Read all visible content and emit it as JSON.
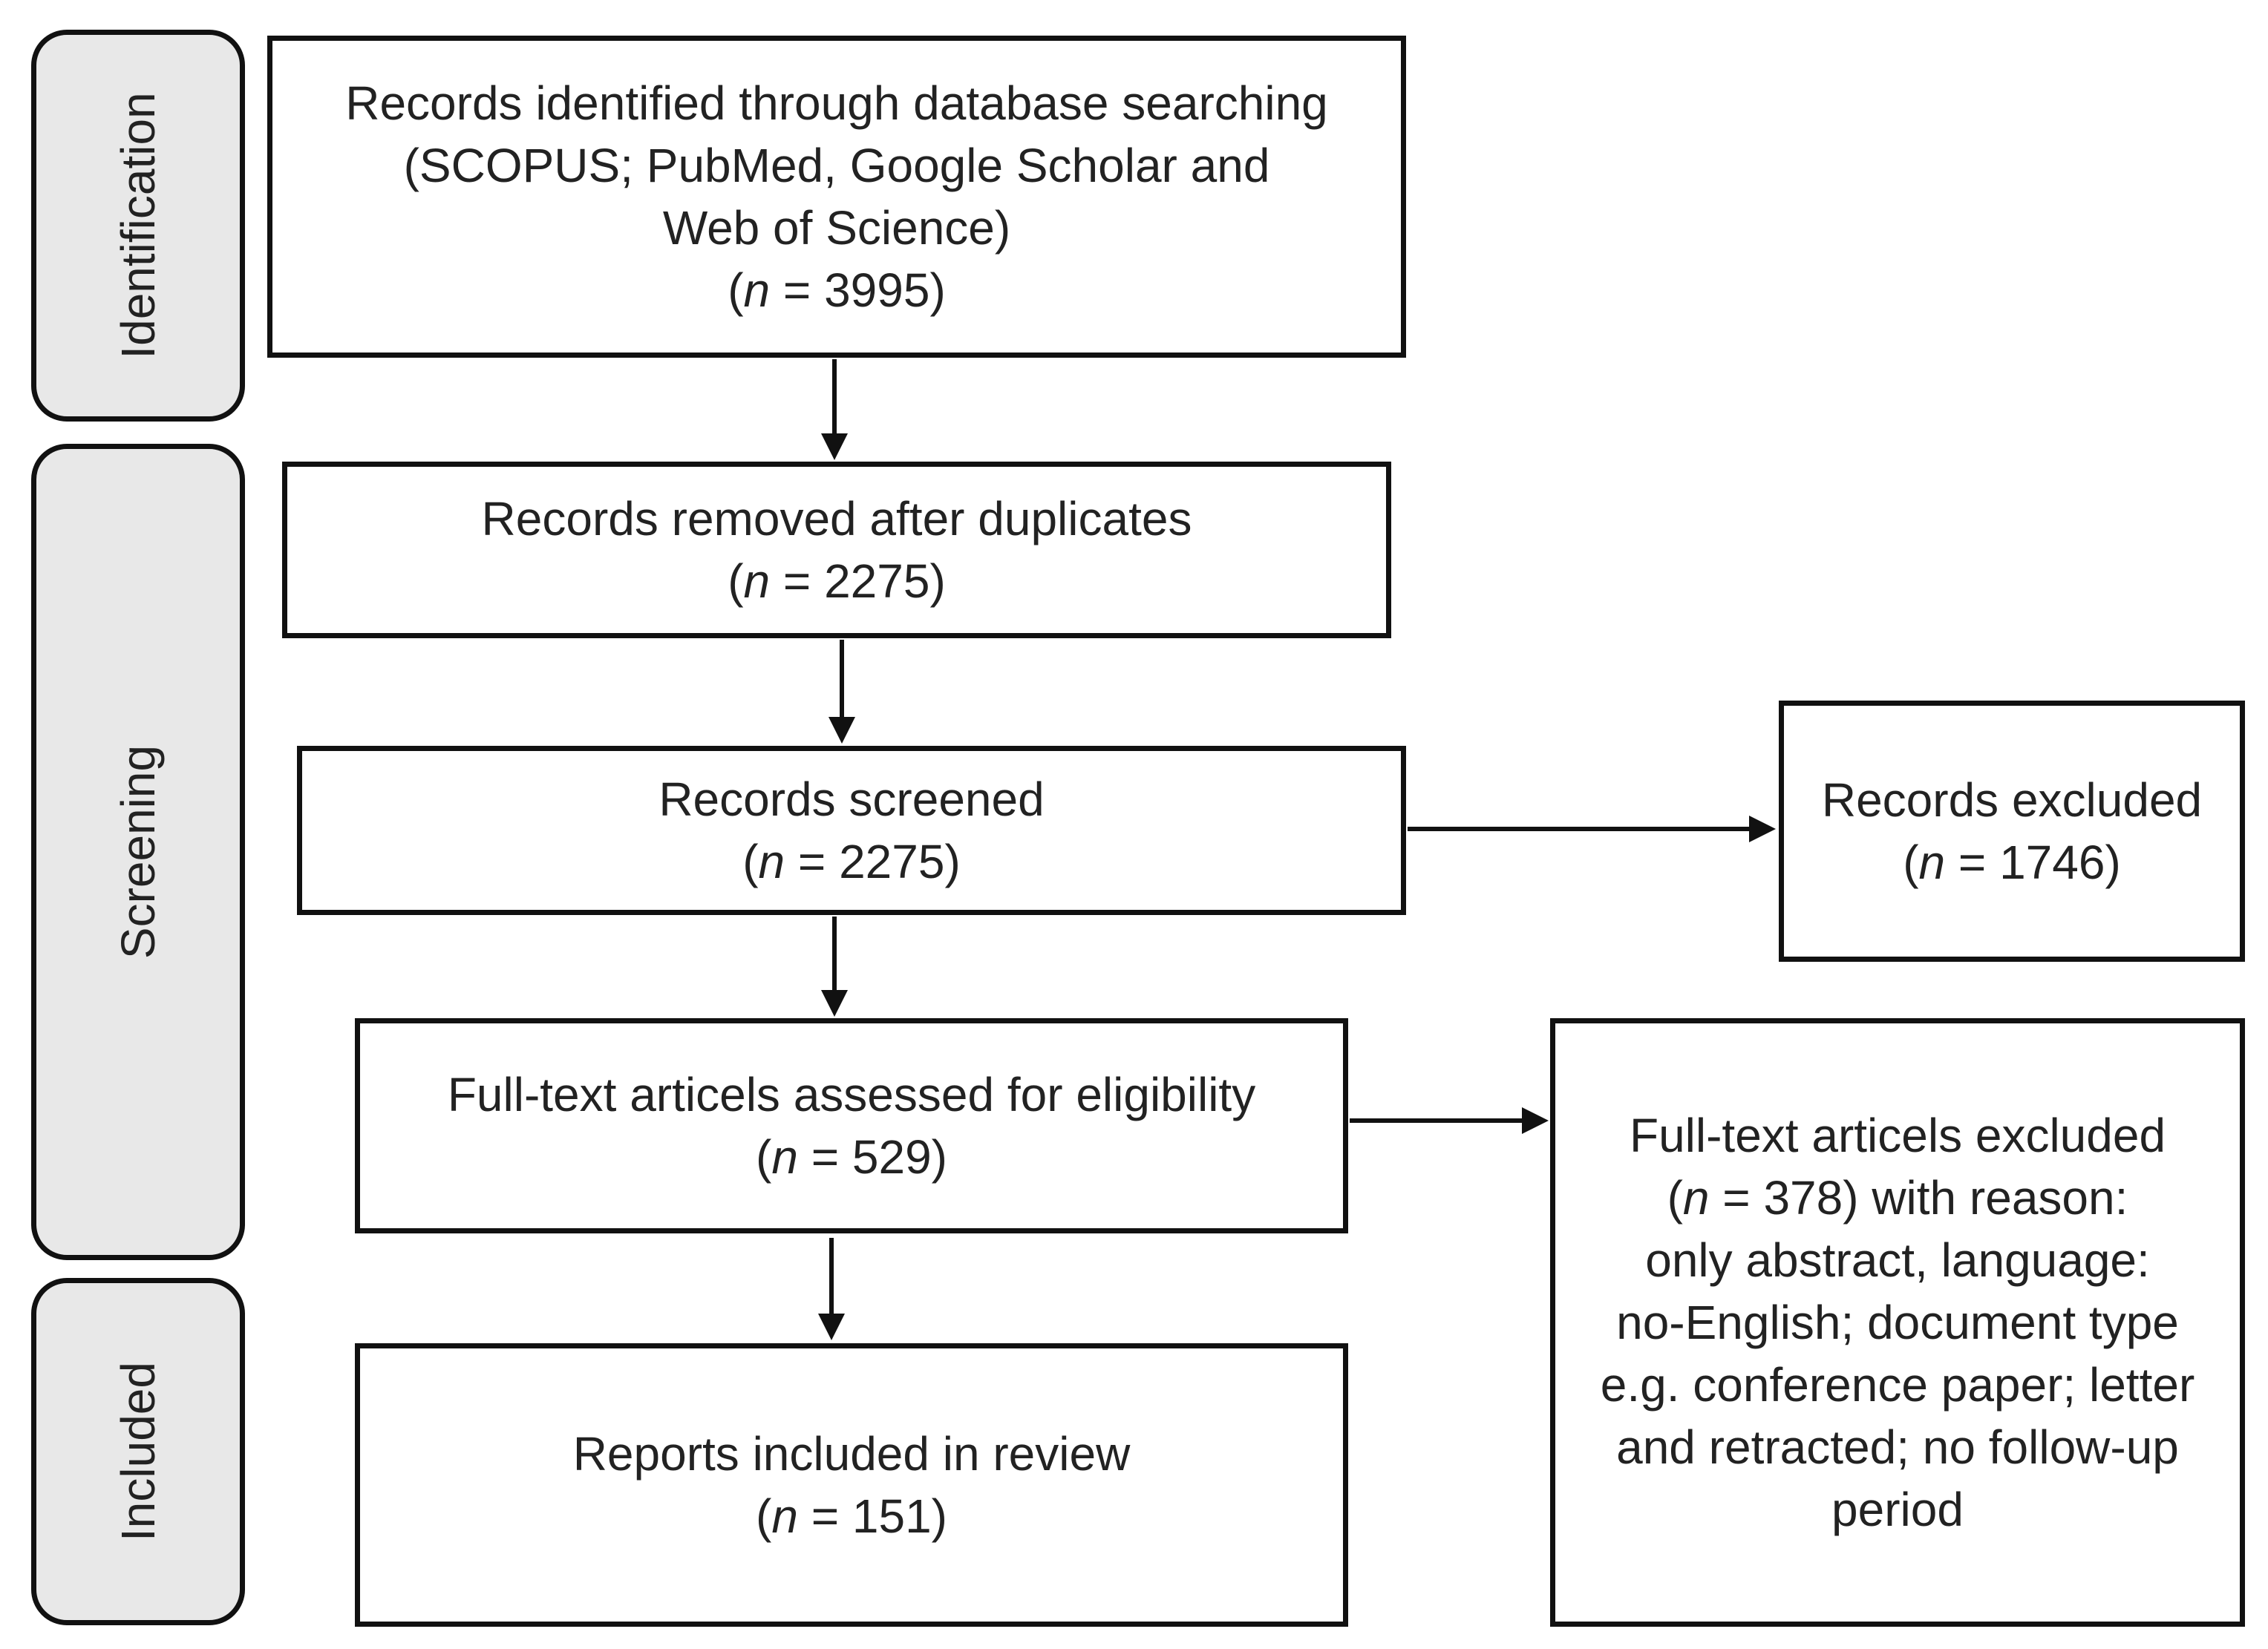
{
  "phases": {
    "identification": "Identification",
    "screening": "Screening",
    "included": "Included"
  },
  "boxes": {
    "identified": {
      "lines": [
        "Records identified through database searching",
        "(SCOPUS; PubMed, Google Scholar and",
        "Web of Science)"
      ],
      "n_prefix": "(",
      "n_var": "n",
      "n_suffix": " = 3995)"
    },
    "duplicates": {
      "lines": [
        "Records removed after duplicates"
      ],
      "n_prefix": "(",
      "n_var": "n",
      "n_suffix": " = 2275)"
    },
    "screened": {
      "lines": [
        "Records screened"
      ],
      "n_prefix": "(",
      "n_var": "n",
      "n_suffix": " = 2275)"
    },
    "excluded": {
      "lines": [
        "Records excluded"
      ],
      "n_prefix": "(",
      "n_var": "n",
      "n_suffix": " = 1746)"
    },
    "eligibility": {
      "lines": [
        "Full-text articels assessed for eligibility"
      ],
      "n_prefix": "(",
      "n_var": "n",
      "n_suffix": " = 529)"
    },
    "fulltext_excluded": {
      "first_line": "Full-text articels excluded",
      "n_prefix": "(",
      "n_var": "n",
      "n_suffix": " = 378) with reason:",
      "rest_lines": [
        "only abstract, language:",
        "no-English; document type",
        "e.g. conference paper; letter",
        "and retracted; no follow-up",
        "period"
      ]
    },
    "included": {
      "lines": [
        "Reports included in review"
      ],
      "n_prefix": "(",
      "n_var": "n",
      "n_suffix": " = 151)"
    }
  }
}
